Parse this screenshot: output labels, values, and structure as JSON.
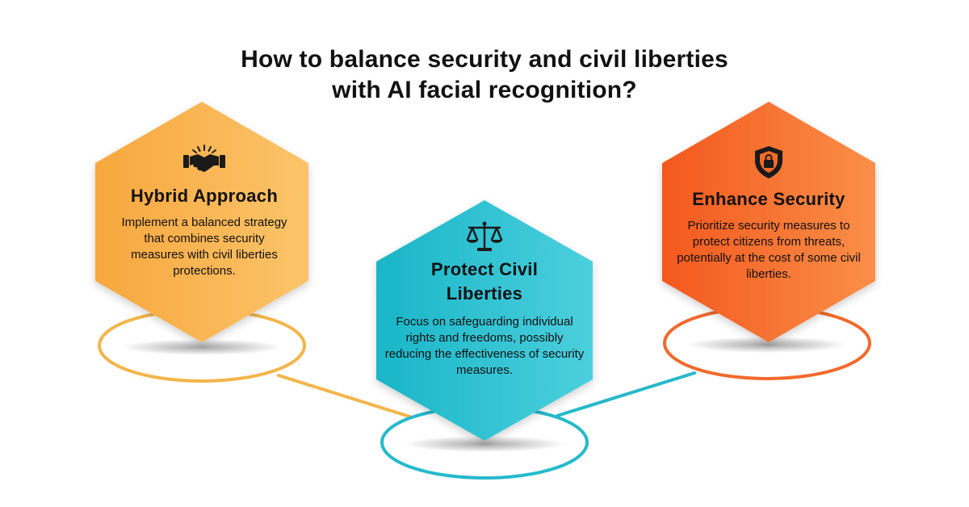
{
  "title": {
    "line1": "How to balance security and civil liberties",
    "line2": "with AI facial recognition?"
  },
  "cards": [
    {
      "id": "hybrid",
      "heading": "Hybrid Approach",
      "body": "Implement a balanced strategy that combines security measures with civil liberties protections.",
      "icon": "handshake-icon",
      "color_start": "#F8A73E",
      "color_end": "#FBC46A",
      "ring_color": "#F3B54A"
    },
    {
      "id": "protect",
      "heading": "Protect Civil Liberties",
      "body": "Focus on safeguarding individual rights and freedoms, possibly reducing the effectiveness of security measures.",
      "icon": "scales-of-justice-icon",
      "color_start": "#19B6C8",
      "color_end": "#4CCFDD",
      "ring_color": "#25B9CB"
    },
    {
      "id": "enhance",
      "heading": "Enhance Security",
      "body": "Prioritize security measures to protect citizens from threats, potentially at the cost of some civil liberties.",
      "icon": "shield-lock-icon",
      "color_start": "#F4581E",
      "color_end": "#FA8F48",
      "ring_color": "#F06A2C"
    }
  ]
}
